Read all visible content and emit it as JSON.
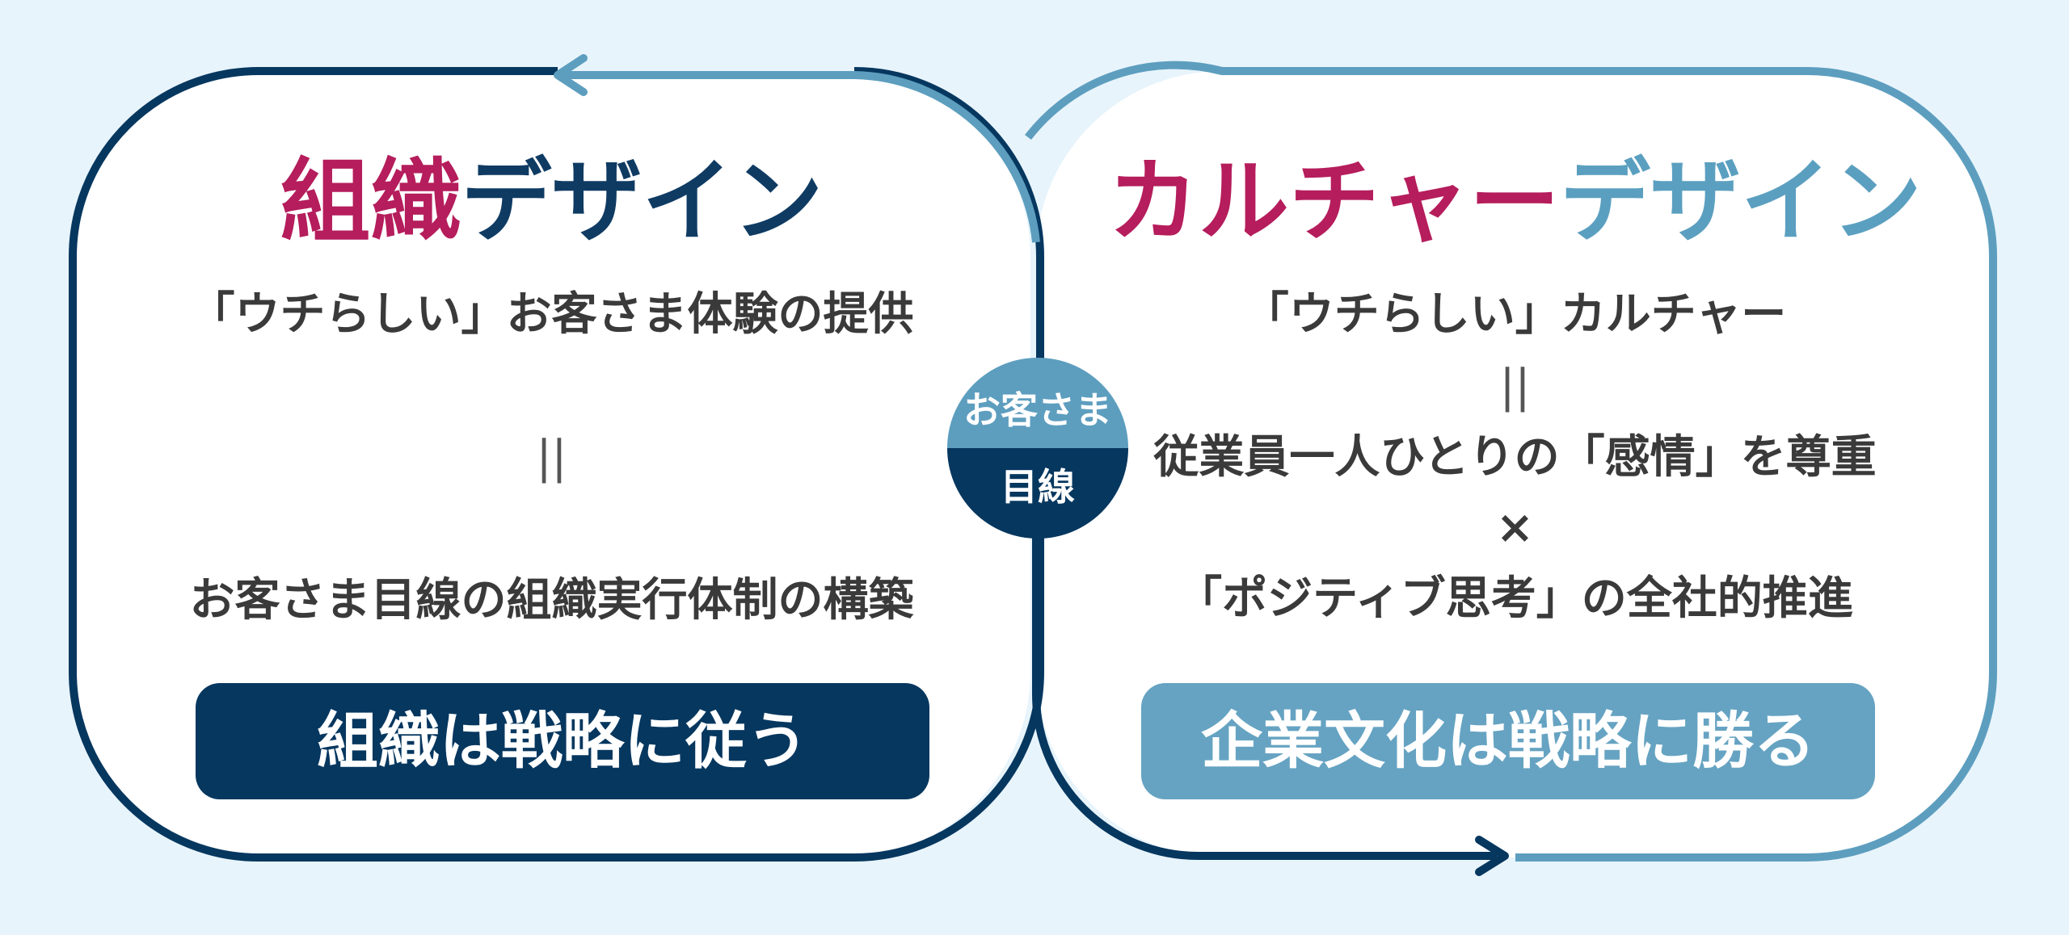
{
  "left": {
    "title_accent": "組織",
    "title_rest": "デザイン",
    "line1": "「ウチらしい」お客さま体験の提供",
    "equals": "||",
    "line2": "お客さま目線の組織実行体制の構築",
    "pill": "組織は戦略に従う"
  },
  "right": {
    "title_accent": "カルチャー",
    "title_rest": "デザイン",
    "line1": "「ウチらしい」カルチャー",
    "equals": "||",
    "line2": "従業員一人ひとりの「感情」を尊重",
    "times": "×",
    "line3": "「ポジティブ思考」の全社的推進",
    "pill": "企業文化は戦略に勝る"
  },
  "center_badge": {
    "top": "お客さま",
    "bottom": "目線"
  },
  "colors": {
    "background": "#e8f4fb",
    "navy": "#06375f",
    "light_blue": "#5d9ebf",
    "magenta": "#b51d5c",
    "text": "#3a3a3a"
  }
}
